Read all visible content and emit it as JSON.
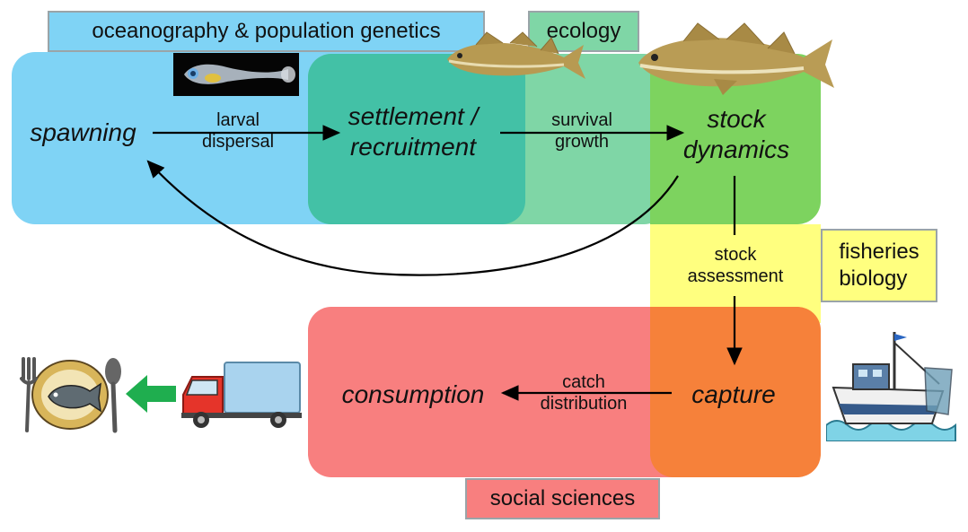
{
  "disciplines": {
    "oceanography": "oceanography & population genetics",
    "ecology": "ecology",
    "fisheries": "fisheries\nbiology",
    "social": "social sciences"
  },
  "stages": {
    "spawning": "spawning",
    "settlement": "settlement /\nrecruitment",
    "stock_dynamics": "stock\ndynamics",
    "capture": "capture",
    "consumption": "consumption"
  },
  "processes": {
    "larval_dispersal": "larval\ndispersal",
    "survival_growth": "survival\ngrowth",
    "stock_assessment": "stock\nassessment",
    "catch_distribution": "catch\ndistribution"
  },
  "colors": {
    "blue": "#7fd3f5",
    "teal": "#43c1a6",
    "mint": "#7fd6a6",
    "green": "#7dd35f",
    "yellow": "#ffff7f",
    "red": "#f87f7f",
    "orange": "#f6813a"
  },
  "icons": [
    "larva-photo-icon",
    "cod-fish-icon",
    "fishing-trawler-icon",
    "delivery-truck-icon",
    "green-arrow-icon",
    "fish-dinner-plate-icon"
  ]
}
